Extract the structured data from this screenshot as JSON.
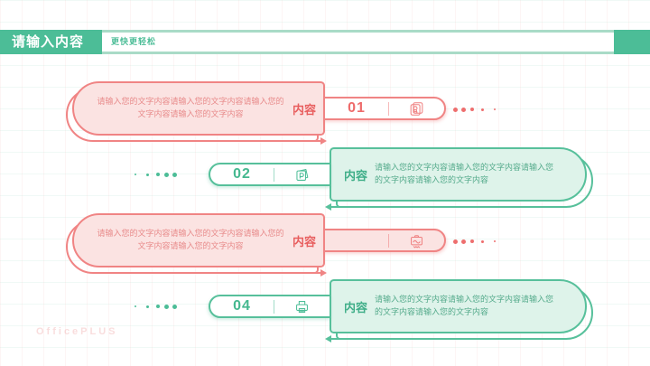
{
  "header": {
    "title": "请输入内容",
    "subtitle": "更快更轻松"
  },
  "colors": {
    "teal_accent": "#4cbd97",
    "teal_fill": "#def3ea",
    "red_accent": "#f08484",
    "red_fill": "#fbe3e2"
  },
  "rows": [
    {
      "side": "left",
      "color": "red",
      "label": "内容",
      "number": "01",
      "icon": "certificate-badge-icon",
      "text": "请输入您的文字内容请输入您的文字内容请输入您的文字内容请输入您的文字内容"
    },
    {
      "side": "right",
      "color": "teal",
      "label": "内容",
      "number": "02",
      "icon": "ppt-file-icon",
      "text": "请输入您的文字内容请输入您的文字内容请输入您的文字内容请输入您的文字内容"
    },
    {
      "side": "left",
      "color": "red",
      "label": "内容",
      "number": "",
      "icon": "chart-board-icon",
      "text": "请输入您的文字内容请输入您的文字内容请输入您的文字内容请输入您的文字内容"
    },
    {
      "side": "right",
      "color": "teal",
      "label": "内容",
      "number": "04",
      "icon": "printer-icon",
      "text": "请输入您的文字内容请输入您的文字内容请输入您的文字内容请输入您的文字内容"
    }
  ],
  "watermark": "OfficePLUS"
}
